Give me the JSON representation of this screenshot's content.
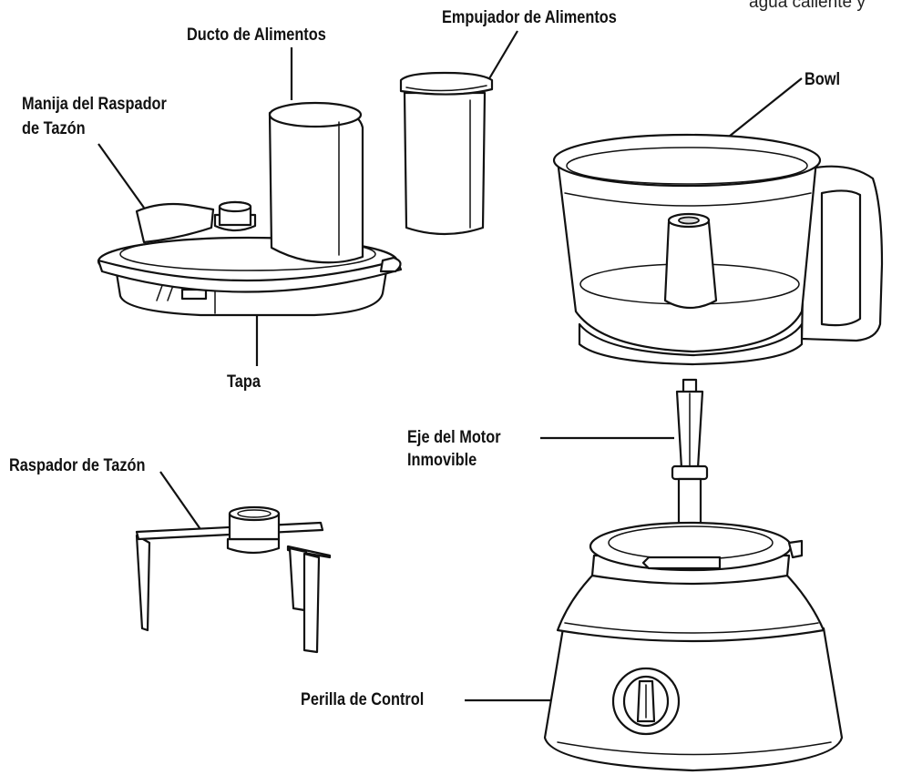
{
  "cropped_text": "agua caliente y",
  "labels": {
    "ducto": "Ducto de Alimentos",
    "empujador": "Empujador de Alimentos",
    "manija_line1": "Manija del Raspador",
    "manija_line2": "de Tazón",
    "bowl": "Bowl",
    "tapa": "Tapa",
    "raspador": "Raspador de Tazón",
    "eje_line1": "Eje del Motor",
    "eje_line2": "Inmovible",
    "perilla": "Perilla de Control"
  }
}
